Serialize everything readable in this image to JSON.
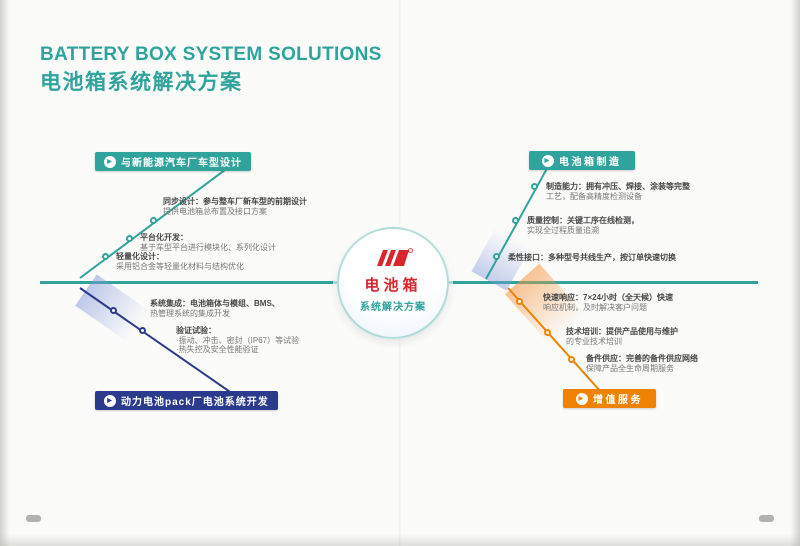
{
  "header": {
    "title_en": "BATTERY BOX SYSTEM SOLUTIONS",
    "title_cn": "电池箱系统解决方案"
  },
  "center": {
    "line1": "电池箱",
    "line2": "系统解决方案"
  },
  "branches": {
    "top_left": {
      "label": "与新能源汽车厂车型设计",
      "icon_glyph": "▶",
      "items": [
        {
          "lines": [
            "同步设计：参与整车厂新车型的前期设计",
            "提供电池箱总布置及接口方案"
          ]
        },
        {
          "lines": [
            "平台化开发：",
            "基于车型平台进行模块化、系列化设计"
          ]
        },
        {
          "lines": [
            "轻量化设计：",
            "采用铝合金等轻量化材料与结构优化"
          ]
        }
      ]
    },
    "top_right": {
      "label": "电池箱制造",
      "icon_glyph": "▶",
      "items": [
        {
          "lines": [
            "制造能力：拥有冲压、焊接、涂装等完整",
            "工艺，配备高精度检测设备"
          ]
        },
        {
          "lines": [
            "质量控制：关键工序在线检测，",
            "实现全过程质量追溯"
          ]
        },
        {
          "lines": [
            "柔性接口：多种型号共线生产，按订单快速切换"
          ]
        }
      ]
    },
    "bottom_left": {
      "label": "动力电池pack厂电池系统开发",
      "icon_glyph": "▶",
      "items": [
        {
          "lines": [
            "系统集成：电池箱体与模组、BMS、",
            "热管理系统的集成开发"
          ]
        },
        {
          "lines": [
            "验证试验：",
            "·振动、冲击、密封（IP67）等试验",
            "·热失控及安全性能验证"
          ]
        }
      ]
    },
    "bottom_right": {
      "label": "增值服务",
      "icon_glyph": "▶",
      "items": [
        {
          "lines": [
            "快速响应：7×24小时（全天候）快速",
            "响应机制，及时解决客户问题"
          ]
        },
        {
          "lines": [
            "技术培训：提供产品使用与维护",
            "的专业技术培训"
          ]
        },
        {
          "lines": [
            "备件供应：完善的备件供应网络",
            "保障产品全生命周期服务"
          ]
        }
      ]
    }
  },
  "colors": {
    "teal": "#2fa39c",
    "navy": "#2b3a8c",
    "orange": "#ef8200",
    "red": "#d7262c"
  }
}
